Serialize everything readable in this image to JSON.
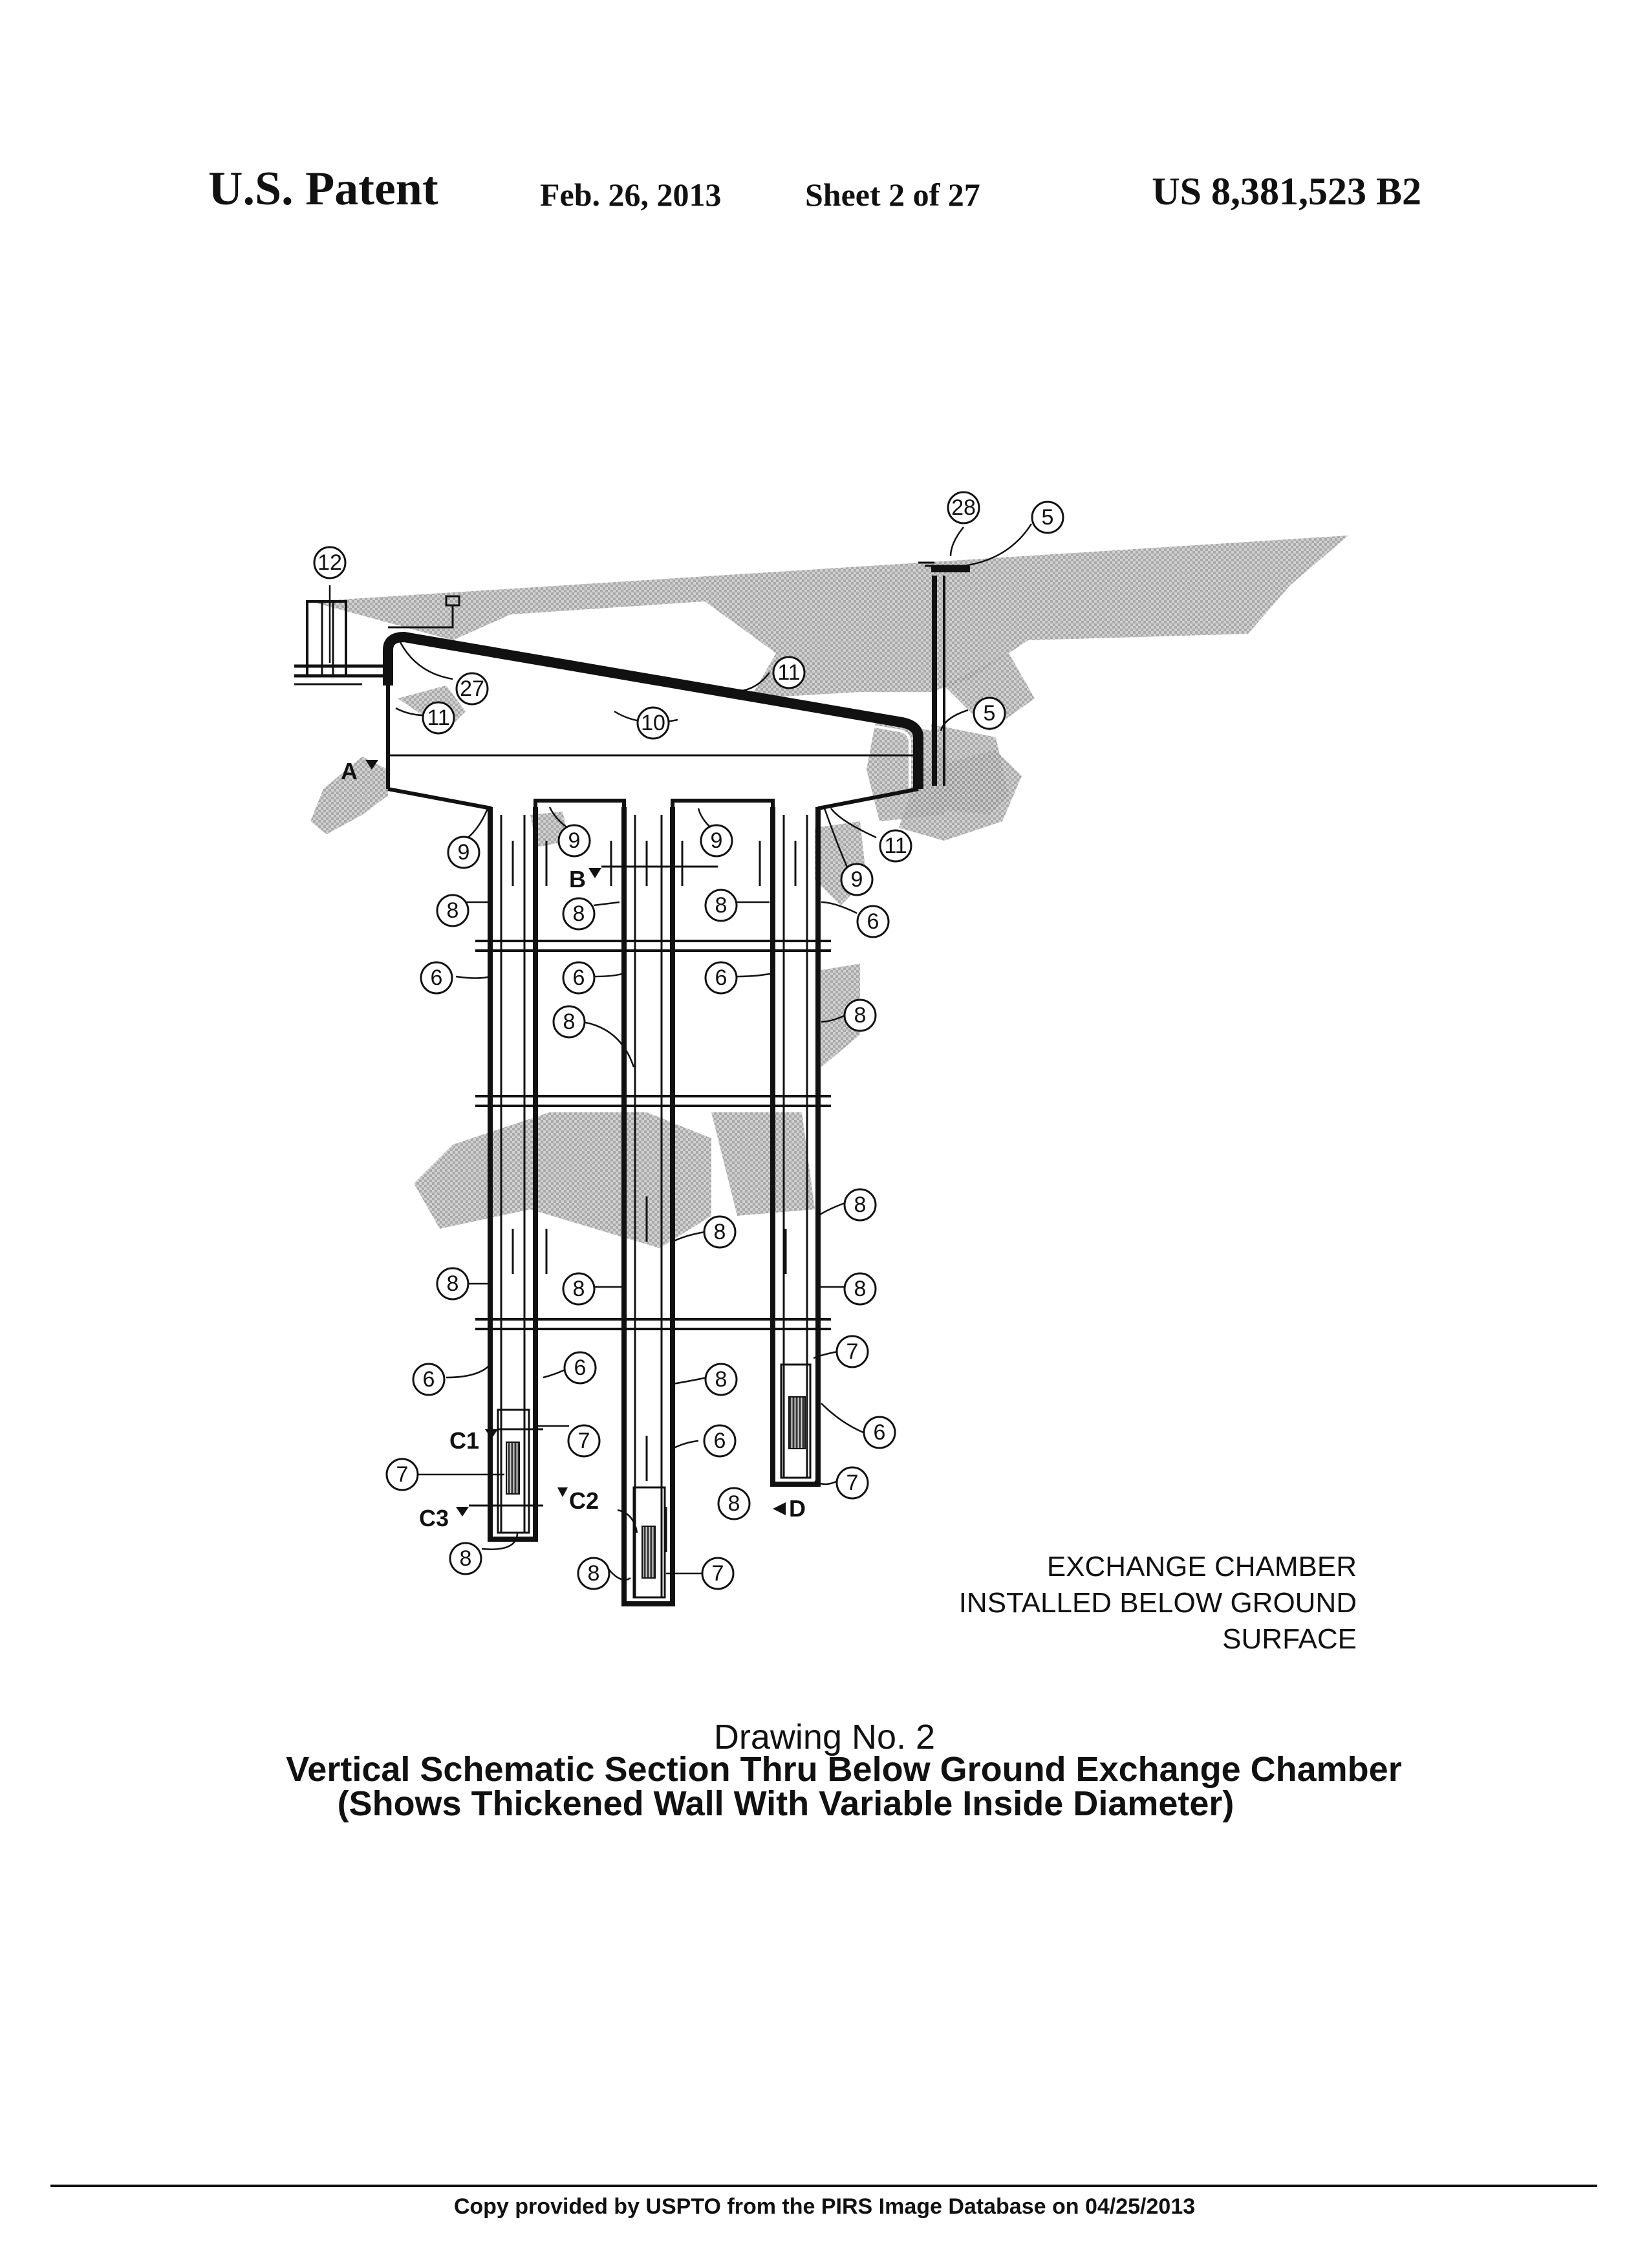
{
  "header": {
    "left": "U.S. Patent",
    "date": "Feb. 26, 2013",
    "sheet": "Sheet 2 of 27",
    "patent_number": "US 8,381,523 B2"
  },
  "figure": {
    "labels": [
      {
        "id": "l12",
        "text": "12"
      },
      {
        "id": "l28",
        "text": "28"
      },
      {
        "id": "l5a",
        "text": "5"
      },
      {
        "id": "l27",
        "text": "27"
      },
      {
        "id": "l11a",
        "text": "11"
      },
      {
        "id": "l11b",
        "text": "11"
      },
      {
        "id": "l10",
        "text": "10"
      },
      {
        "id": "l5b",
        "text": "5"
      },
      {
        "id": "l9a",
        "text": "9"
      },
      {
        "id": "l9b",
        "text": "9"
      },
      {
        "id": "l9c",
        "text": "9"
      },
      {
        "id": "l9d",
        "text": "9"
      },
      {
        "id": "l11c",
        "text": "11"
      },
      {
        "id": "l8a",
        "text": "8"
      },
      {
        "id": "l8b",
        "text": "8"
      },
      {
        "id": "l8c",
        "text": "8"
      },
      {
        "id": "l6a",
        "text": "6"
      },
      {
        "id": "l6b",
        "text": "6"
      },
      {
        "id": "l6c",
        "text": "6"
      },
      {
        "id": "l6d",
        "text": "6"
      },
      {
        "id": "l8d",
        "text": "8"
      },
      {
        "id": "l8e",
        "text": "8"
      },
      {
        "id": "l8f",
        "text": "8"
      },
      {
        "id": "l8g",
        "text": "8"
      },
      {
        "id": "l8h",
        "text": "8"
      },
      {
        "id": "l8i",
        "text": "8"
      },
      {
        "id": "l8j",
        "text": "8"
      },
      {
        "id": "l6e",
        "text": "6"
      },
      {
        "id": "l6f",
        "text": "6"
      },
      {
        "id": "l8k",
        "text": "8"
      },
      {
        "id": "l7a",
        "text": "7"
      },
      {
        "id": "l7b",
        "text": "7"
      },
      {
        "id": "l6g",
        "text": "6"
      },
      {
        "id": "l6h",
        "text": "6"
      },
      {
        "id": "l7c",
        "text": "7"
      },
      {
        "id": "l8l",
        "text": "8"
      },
      {
        "id": "l7d",
        "text": "7"
      },
      {
        "id": "l8m",
        "text": "8"
      },
      {
        "id": "l8n",
        "text": "8"
      },
      {
        "id": "l7e",
        "text": "7"
      }
    ],
    "sections": {
      "a": "A",
      "b": "B",
      "c1": "C1",
      "c2": "C2",
      "c3": "C3",
      "d": "D"
    }
  },
  "note": {
    "line1": "EXCHANGE CHAMBER",
    "line2": "INSTALLED BELOW GROUND",
    "line3": "SURFACE"
  },
  "caption": {
    "title": "Drawing No. 2",
    "line1": "Vertical Schematic Section Thru Below Ground Exchange Chamber",
    "line2": "(Shows Thickened Wall With Variable Inside Diameter)"
  },
  "footer": {
    "text": "Copy provided by USPTO from the PIRS Image Database on 04/25/2013"
  }
}
